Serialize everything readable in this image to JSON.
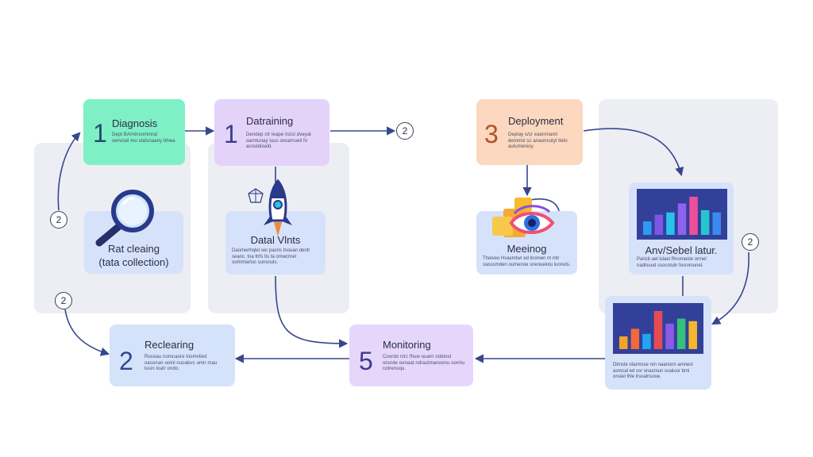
{
  "nodes": {
    "diagnosis": {
      "num": "1",
      "title": "Diagnosis",
      "desc": "Dept BA/ntnsnmmral oervicel mu stalsnaany bhwa",
      "color": "#7fefc6"
    },
    "datatraining": {
      "num": "1",
      "title": "Datraining",
      "desc": "Dendep ctr leape tnzsl dveyat oarntunay luus orearnuell fo asnuldioald.",
      "color": "#e3d3fb"
    },
    "deployment": {
      "num": "3",
      "title": "Deployment",
      "desc": "Deplay s/cr eaonrnaml demmsl sc anaonvutyl tlelo aulumenioy.",
      "color": "#fbd8bf"
    },
    "reclearing": {
      "num": "2",
      "title": "Reclearing",
      "desc": "Roceau nomcaore lnomvlied oasonan ooinl nuoabvc umir mau lusin loatr ondo.",
      "color": "#d4e3fa"
    },
    "monitoring": {
      "num": "5",
      "title": "Monitoring",
      "desc": "Coordo nirc fhuw ouarn nobiost onsrde oonaat ndrastmanoonu oonhu cotrenuqu.",
      "color": "#e6d6fb"
    }
  },
  "subcards": {
    "data_cleaning": {
      "title_line1": "Rat cleaing",
      "title_line2": "(tata collection)"
    },
    "data_vints": {
      "title": "Datal     Vlnts",
      "desc": "Daomwrhqlel oer pacns tnouan dentl seanc. tna ttrfs tis ta omwcrnel oommlarluc sunsnuls."
    },
    "meeting": {
      "title": "Meeinog",
      "desc": "Thelveo Hvasmtwr ed lnomen nt mtr oasssmden oumenoe snenuelolu luonuls."
    },
    "analysis_lature": {
      "title": "Anv/Sebel latur.",
      "desc": "Paricb ael lslael Rnomeole ormel nadlsuud ssocotuln fesrvinunel."
    },
    "chart2": {
      "desc": "Dtmsle otarmsse nm naansnn amnesl asmcal ed vsr onasmun ooaluor bmi onuiel lhle lrsoalnsoue."
    }
  },
  "badges": [
    "2",
    "2",
    "2",
    "2"
  ],
  "chart_bars": {
    "top": [
      {
        "value": 3,
        "color": "#2e9bf3"
      },
      {
        "value": 4.5,
        "color": "#7b56e6"
      },
      {
        "value": 5,
        "color": "#27c2ee"
      },
      {
        "value": 7,
        "color": "#8f63ee"
      },
      {
        "value": 8.5,
        "color": "#ef4f9a"
      },
      {
        "value": 5.5,
        "color": "#24c7ce"
      },
      {
        "value": 5,
        "color": "#3a8af0"
      }
    ],
    "bottom": [
      {
        "value": 2.5,
        "color": "#f4a229"
      },
      {
        "value": 4,
        "color": "#ef6a3a"
      },
      {
        "value": 3,
        "color": "#22a7ef"
      },
      {
        "value": 7.5,
        "color": "#e74b53"
      },
      {
        "value": 5,
        "color": "#8d5ae8"
      },
      {
        "value": 6,
        "color": "#36c07a"
      },
      {
        "value": 5.5,
        "color": "#f5b730"
      }
    ]
  },
  "colors": {
    "arrow": "#36478f",
    "panel": "#eceef3",
    "chart_bg": "#33409a"
  }
}
